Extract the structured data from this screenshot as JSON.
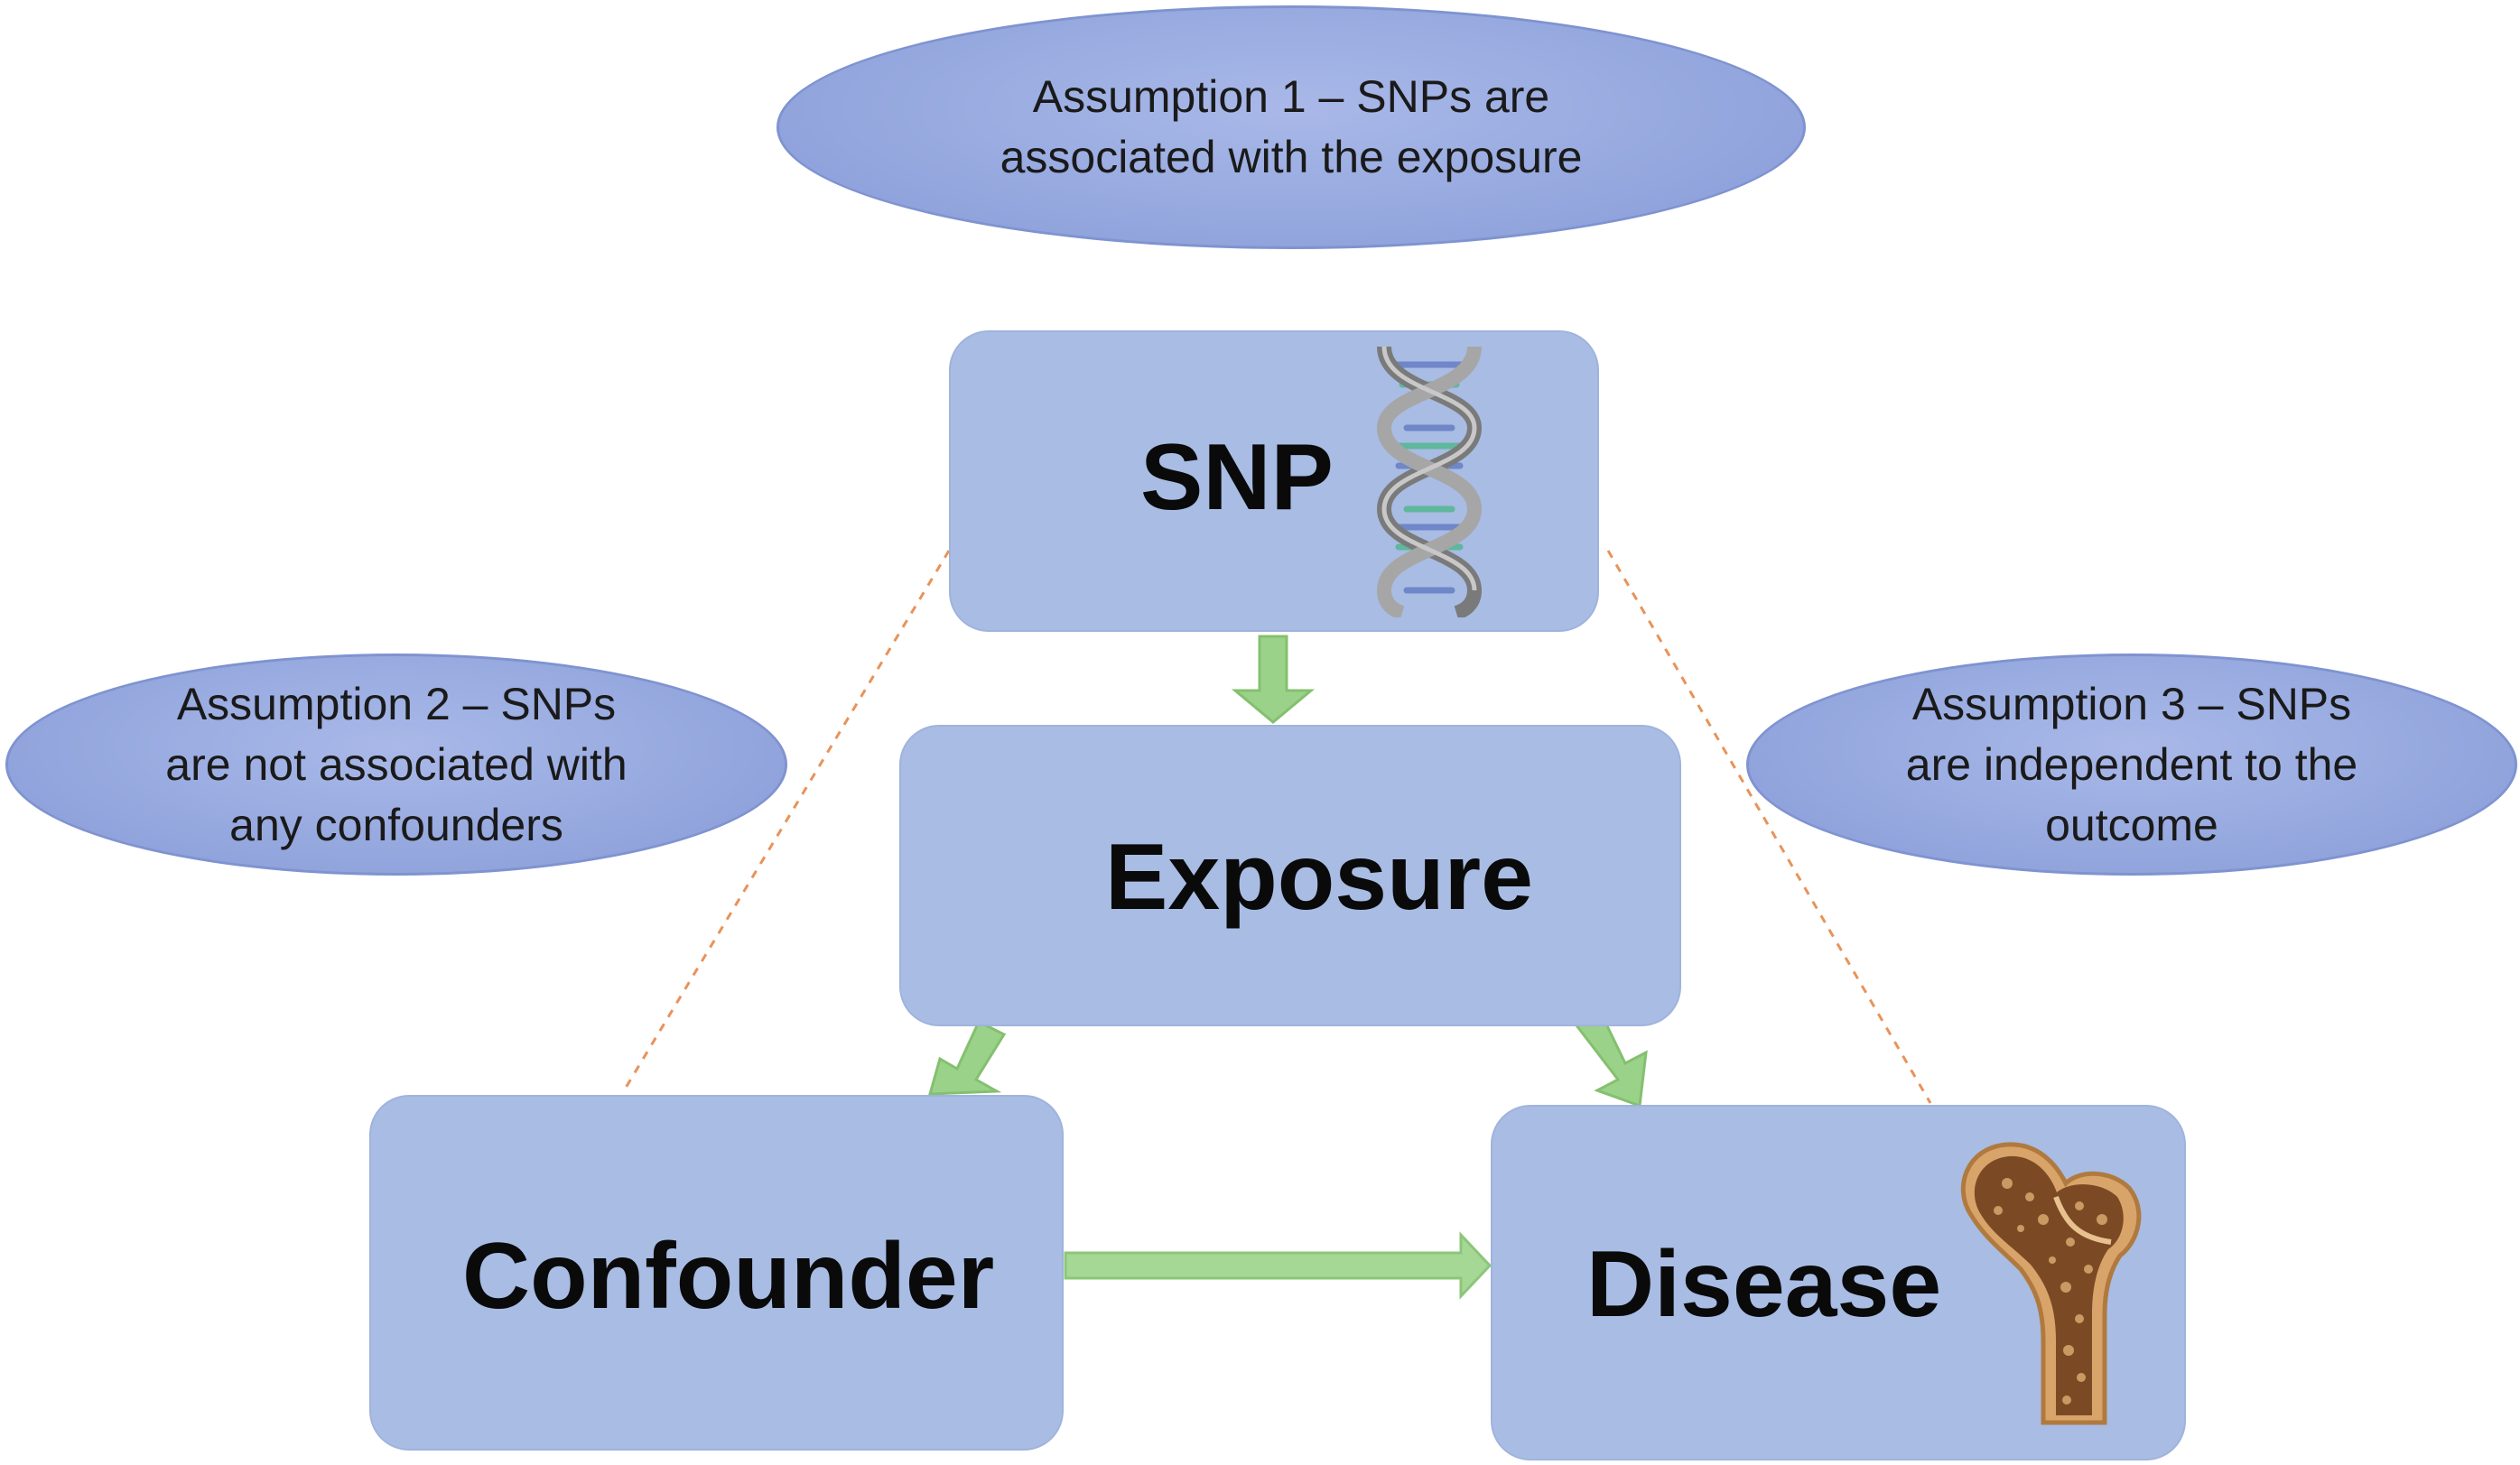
{
  "assumptions": {
    "a1": "Assumption 1 – SNPs are\nassociated with the exposure",
    "a2": "Assumption 2 – SNPs\nare not associated with\nany confounders",
    "a3": "Assumption 3 – SNPs\nare independent to the\noutcome"
  },
  "nodes": {
    "snp": "SNP",
    "exposure": "Exposure",
    "confounder": "Confounder",
    "disease": "Disease"
  },
  "icons": {
    "snp": "dna-helix-icon",
    "disease": "femur-bone-icon"
  },
  "colors": {
    "box_fill": "#a8bce4",
    "ellipse_fill": "#96a9df",
    "arrow": "#8fcf7e",
    "dashed_line": "#e8935a"
  }
}
